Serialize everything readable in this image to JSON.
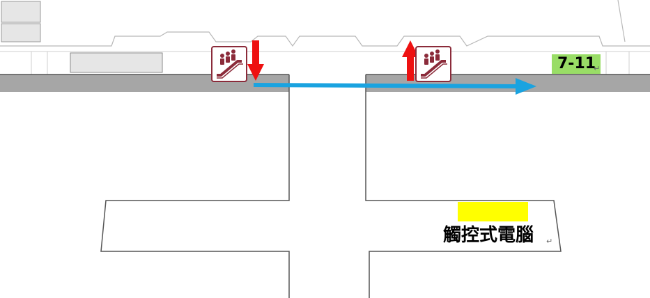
{
  "map": {
    "store_label": "7-11",
    "touch_screen_label": "觸控式電腦",
    "paragraph_mark": "↵",
    "icons": {
      "escalator_down": "escalator-icon",
      "escalator_up": "escalator-icon",
      "down_arrow": "red-down-arrow",
      "up_arrow": "red-up-arrow",
      "route_arrow": "blue-right-arrow"
    },
    "colors": {
      "corridor": "#a6a6a6",
      "route_arrow": "#1aa3e0",
      "escalator_arrow": "#ee1111",
      "escalator_icon": "#8b2b3a",
      "store_label_bg": "#99dd66",
      "touch_marker": "#ffff00",
      "walls": "#555555"
    }
  }
}
